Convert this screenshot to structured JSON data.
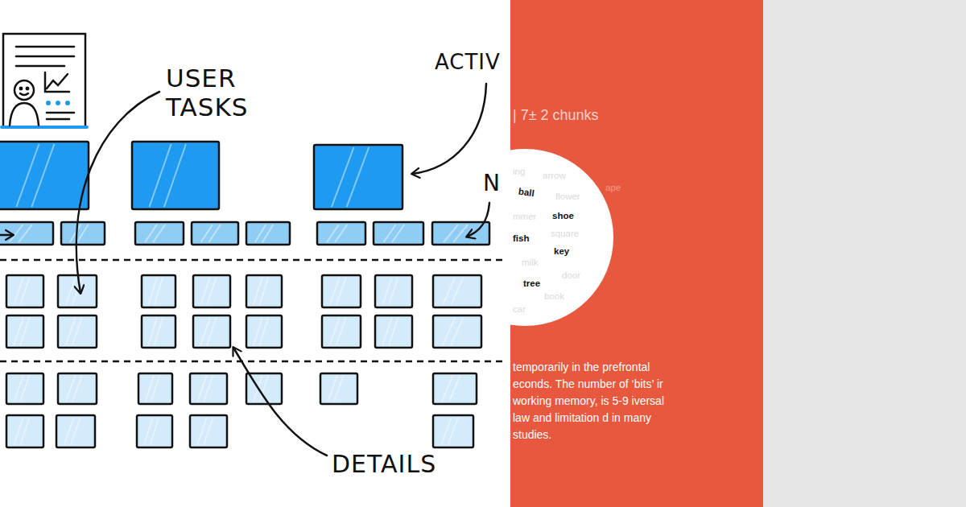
{
  "diagram": {
    "nodes": [
      {
        "text": [
          "| 7± 2 chunks",
          "temporarily in the prefrontal econds. The number of ‘bits’ ir working memory, is 5-9 iversal law and limitation d in many studies."
        ]
      },
      {
        "text": [
          "ing",
          "arrow",
          "ape",
          "ball",
          "flower",
          "mmer",
          "shoe",
          "square",
          "fish",
          "key",
          "milk",
          "door",
          "tree",
          "book",
          "car"
        ],
        "in": 0
      }
    ],
    "labels": [
      "USER TASKS",
      "ACTIV",
      "N",
      "DETAILS"
    ]
  }
}
